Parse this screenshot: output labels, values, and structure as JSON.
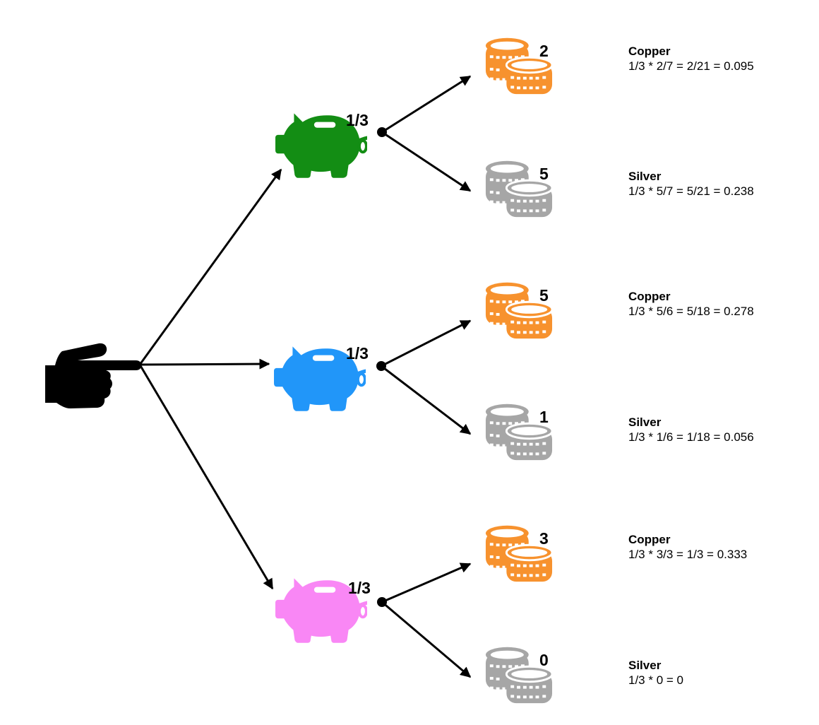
{
  "colors": {
    "green_pig": "#138d14",
    "blue_pig": "#2196f9",
    "pink_pig": "#f987f5",
    "copper": "#f7922e",
    "silver": "#a6a6a6",
    "ink": "#000000"
  },
  "root": {
    "icon": "pointing-hand-icon"
  },
  "branches": [
    {
      "pig": "green_pig",
      "probability": "1/3",
      "outcomes": [
        {
          "coin": "copper",
          "count": "2",
          "label": "Copper",
          "formula": "1/3 * 2/7 = 2/21 = 0.095"
        },
        {
          "coin": "silver",
          "count": "5",
          "label": "Silver",
          "formula": "1/3 * 5/7 = 5/21 = 0.238"
        }
      ]
    },
    {
      "pig": "blue_pig",
      "probability": "1/3",
      "outcomes": [
        {
          "coin": "copper",
          "count": "5",
          "label": "Copper",
          "formula": "1/3 * 5/6 = 5/18 = 0.278"
        },
        {
          "coin": "silver",
          "count": "1",
          "label": "Silver",
          "formula": "1/3 * 1/6 = 1/18 = 0.056"
        }
      ]
    },
    {
      "pig": "pink_pig",
      "probability": "1/3",
      "outcomes": [
        {
          "coin": "copper",
          "count": "3",
          "label": "Copper",
          "formula": "1/3 * 3/3 = 1/3 = 0.333"
        },
        {
          "coin": "silver",
          "count": "0",
          "label": "Silver",
          "formula": "1/3 * 0 = 0"
        }
      ]
    }
  ]
}
